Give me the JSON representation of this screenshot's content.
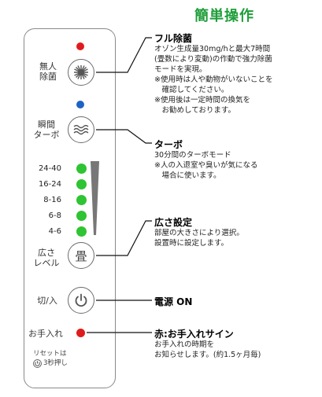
{
  "title": "簡単操作",
  "panel": {
    "buttons": [
      {
        "label_line1": "無人",
        "label_line2": "除菌",
        "icon": "sun-burst-icon"
      },
      {
        "label_line1": "瞬間",
        "label_line2": "ターボ",
        "icon": "wave-icon"
      },
      {
        "label_line1": "広さ",
        "label_line2": "レベル",
        "icon": "tatami-icon",
        "glyph": "畳"
      },
      {
        "label_line1": "切/入",
        "icon": "power-icon"
      }
    ],
    "leds": [
      "24-40",
      "16-24",
      "8-16",
      "6-8",
      "4-6"
    ],
    "maintenance_label": "お手入れ",
    "reset_line1": "リセットは",
    "reset_line2": "3秒押し"
  },
  "annotations": [
    {
      "heading": "フル除菌",
      "text": "オゾン生成量30mg/hと最大7時間\n(畳数により変動)の作動で強力除菌\nモードを実現。\n※使用時は人や動物がいないことを\n　確認してください。\n※使用後は一定時間の換気を\n　お勧めしております。"
    },
    {
      "heading": "ターボ",
      "text": "30分間のターボモード\n※人の入退室や臭いが気になる\n　場合に使います。"
    },
    {
      "heading": "広さ設定",
      "text": "部屋の大きさにより選択。\n設置時に設定します。"
    },
    {
      "heading": "電源 ON",
      "text": ""
    },
    {
      "heading": "赤:お手入れサイン",
      "text": "お手入れの時期を\nお知らせします。(約1.5ヶ月毎)"
    }
  ],
  "colors": {
    "title": "#1f9e3a",
    "red": "#e01b1b",
    "blue": "#1e63c4",
    "green": "#2ec432"
  }
}
